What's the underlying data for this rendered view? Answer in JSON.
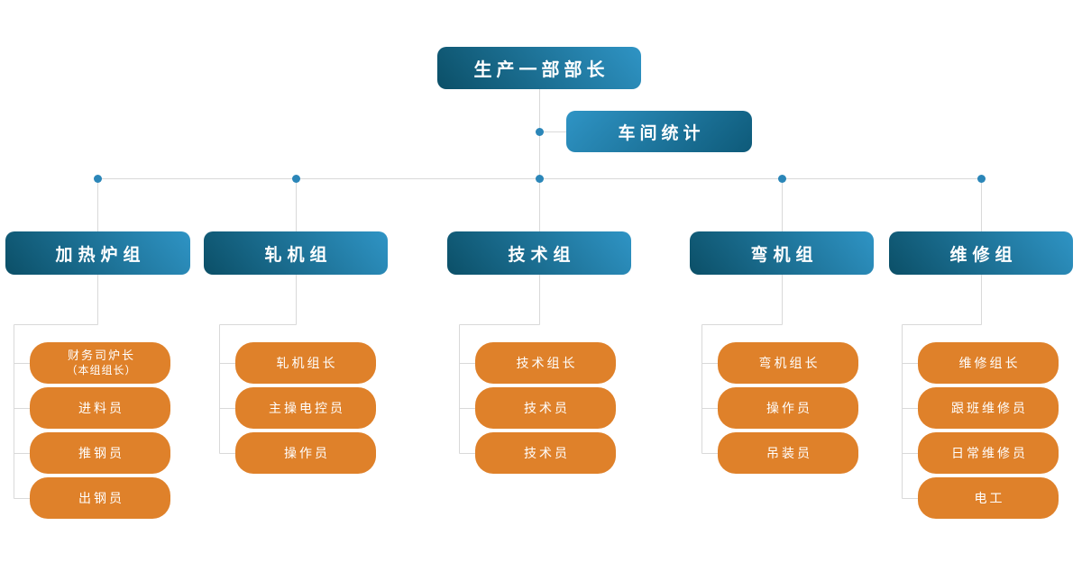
{
  "colors": {
    "box_blue_dark": "#0b4f67",
    "box_blue_light": "#2f94c5",
    "box_orange": "#df812a",
    "connector_line": "#d9d9d9",
    "connector_dot": "#2b86b8",
    "box_text": "#ffffff",
    "background": "#ffffff"
  },
  "org_chart": {
    "root": {
      "label": "生产一部部长"
    },
    "assistant": {
      "label": "车间统计"
    },
    "groups": [
      {
        "label": "加热炉组",
        "children": [
          {
            "label": "财务司炉长",
            "label2": "（本组组长）"
          },
          {
            "label": "进料员"
          },
          {
            "label": "推钢员"
          },
          {
            "label": "出钢员"
          }
        ]
      },
      {
        "label": "轧机组",
        "children": [
          {
            "label": "轧机组长"
          },
          {
            "label": "主操电控员"
          },
          {
            "label": "操作员"
          }
        ]
      },
      {
        "label": "技术组",
        "children": [
          {
            "label": "技术组长"
          },
          {
            "label": "技术员"
          },
          {
            "label": "技术员"
          }
        ]
      },
      {
        "label": "弯机组",
        "children": [
          {
            "label": "弯机组长"
          },
          {
            "label": "操作员"
          },
          {
            "label": "吊装员"
          }
        ]
      },
      {
        "label": "维修组",
        "children": [
          {
            "label": "维修组长"
          },
          {
            "label": "跟班维修员"
          },
          {
            "label": "日常维修员"
          },
          {
            "label": "电工"
          }
        ]
      }
    ]
  }
}
